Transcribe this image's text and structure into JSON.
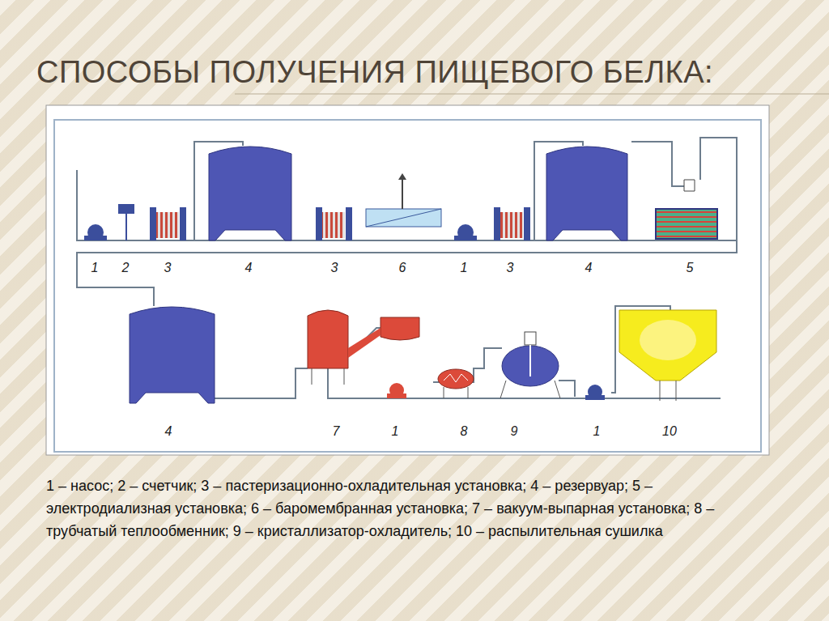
{
  "diagram": {
    "title": "СПОСОБЫ ПОЛУЧЕНИЯ ПИЩЕВОГО БЕЛКА:",
    "caption": "1 – насос; 2 – счетчик; 3 – пастеризационно-охладительная установка; 4 – резервуар; 5 – электродиализная установка; 6 – баромембранная установка; 7 – вакуум-выпарная установка; 8 – трубчатый теплообменник; 9 – кристаллизатор-охладитель; 10 – распылительная сушилка",
    "labels": [
      "1",
      "2",
      "3",
      "4",
      "3",
      "6",
      "1",
      "3",
      "4",
      "5",
      "4",
      "7",
      "1",
      "8",
      "9",
      "1",
      "10"
    ]
  }
}
